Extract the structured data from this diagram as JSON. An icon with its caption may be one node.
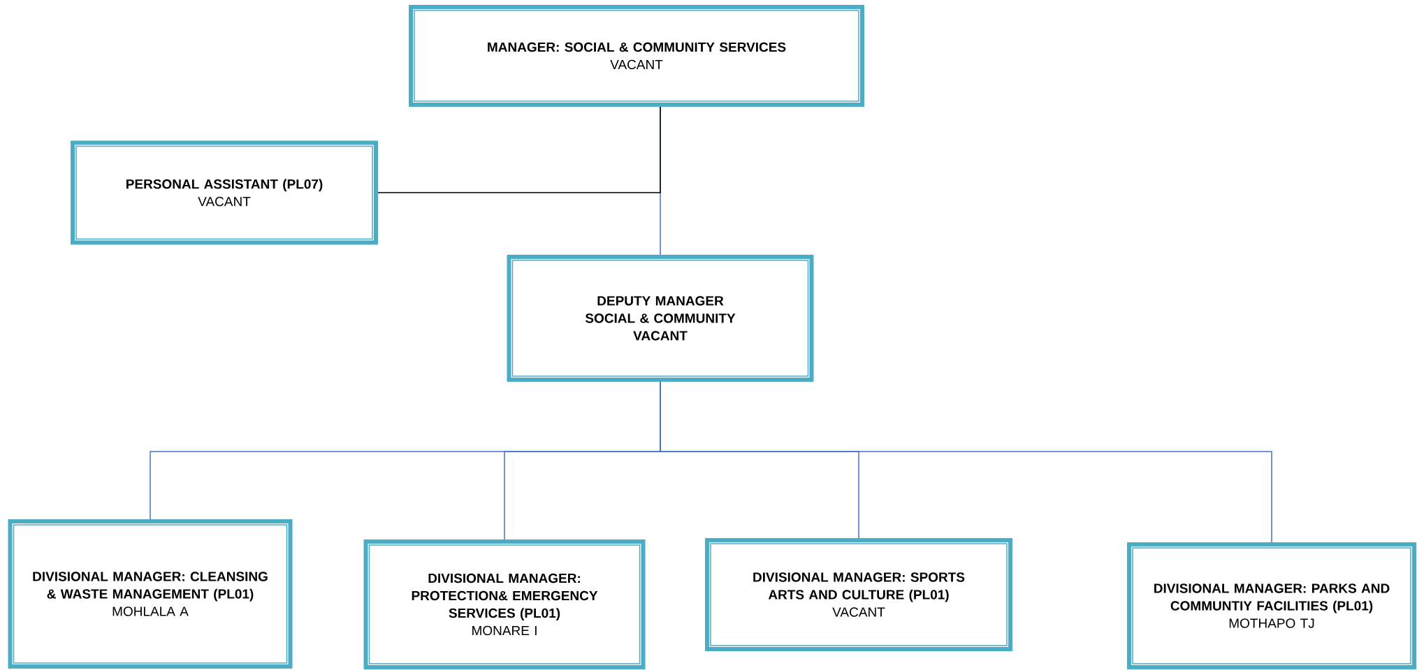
{
  "diagram": {
    "nodes": [
      {
        "text": [
          "MANAGER: SOCIAL & COMMUNITY SERVICES",
          "VACANT"
        ]
      },
      {
        "text": [
          "PERSONAL ASSISTANT (PL07)",
          "VACANT"
        ]
      },
      {
        "text": [
          "DEPUTY MANAGER SOCIAL & COMMUNITY",
          "VACANT"
        ]
      },
      {
        "text": [
          "DIVISIONAL MANAGER: CLEANSING & WASTE MANAGEMENT (PL01)",
          "MOHLALA A"
        ]
      },
      {
        "text": [
          "DIVISIONAL MANAGER: PROTECTION& EMERGENCY SERVICES (PL01)",
          "MONARE I"
        ]
      },
      {
        "text": [
          "DIVISIONAL MANAGER: SPORTS ARTS AND CULTURE (PL01)",
          "VACANT"
        ]
      },
      {
        "text": [
          "DIVISIONAL MANAGER: PARKS AND COMMUNTIY FACILITIES (PL01)",
          "MOTHAPO TJ"
        ]
      }
    ],
    "edges": [
      {
        "from": 0,
        "to": 2,
        "arrow": "none"
      },
      {
        "from": 0,
        "to": 1,
        "arrow": "none",
        "color": "#000000"
      },
      {
        "from": 2,
        "to": 3,
        "arrow": "none"
      },
      {
        "from": 2,
        "to": 4,
        "arrow": "none"
      },
      {
        "from": 2,
        "to": 5,
        "arrow": "none"
      },
      {
        "from": 2,
        "to": 6,
        "arrow": "none"
      }
    ]
  }
}
